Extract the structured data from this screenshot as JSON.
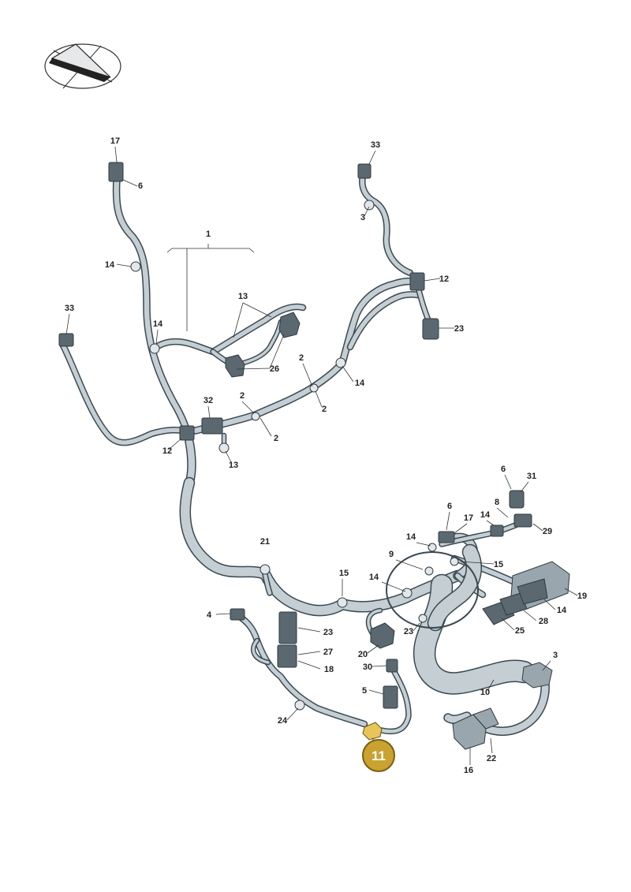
{
  "diagram": {
    "labels": [
      "17",
      "6",
      "33",
      "3",
      "12",
      "23",
      "14",
      "1",
      "13",
      "26",
      "33",
      "14",
      "2",
      "2",
      "14",
      "32",
      "2",
      "2",
      "12",
      "13",
      "6",
      "31",
      "8",
      "14",
      "6",
      "17",
      "29",
      "14",
      "14",
      "9",
      "15",
      "15",
      "19",
      "14",
      "28",
      "25",
      "20",
      "23",
      "4",
      "23",
      "27",
      "18",
      "30",
      "5",
      "24",
      "3",
      "10",
      "16",
      "22",
      "21"
    ],
    "badge": "11"
  },
  "colors": {
    "wire_outline": "#3a4a52",
    "wire_fill": "#c4ced3",
    "highlight": "#c9a230"
  }
}
